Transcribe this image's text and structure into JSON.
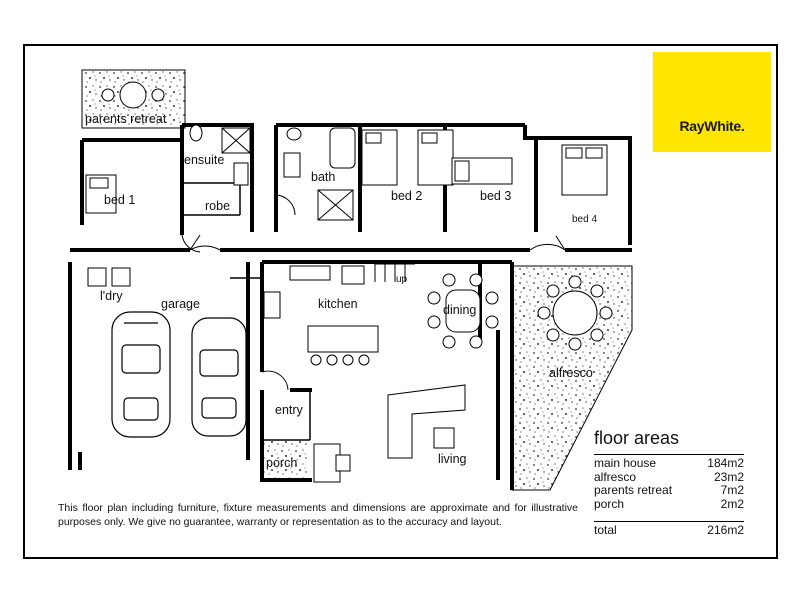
{
  "brand": {
    "logo_text": "RayWhite.",
    "color": "#ffe600"
  },
  "rooms": {
    "parents_retreat": "parents retreat",
    "ensuite": "ensuite",
    "robe": "robe",
    "bed1": "bed 1",
    "bath": "bath",
    "bed2": "bed 2",
    "bed3": "bed 3",
    "bed4": "bed 4",
    "laundry": "l'dry",
    "garage": "garage",
    "kitchen": "kitchen",
    "up": "up",
    "dining": "dining",
    "alfresco": "alfresco",
    "entry": "entry",
    "porch": "porch",
    "living": "living"
  },
  "disclaimer": "This floor plan including furniture, fixture measurements and dimensions are approximate and for illustrative purposes only. We give no guarantee, warranty or representation as to the accuracy and layout.",
  "floor_areas": {
    "title": "floor areas",
    "rows": [
      {
        "name": "main house",
        "value": "184m2"
      },
      {
        "name": "alfresco",
        "value": "23m2"
      },
      {
        "name": "parents retreat",
        "value": "7m2"
      },
      {
        "name": "porch",
        "value": "2m2"
      }
    ],
    "total": {
      "name": "total",
      "value": "216m2"
    }
  }
}
